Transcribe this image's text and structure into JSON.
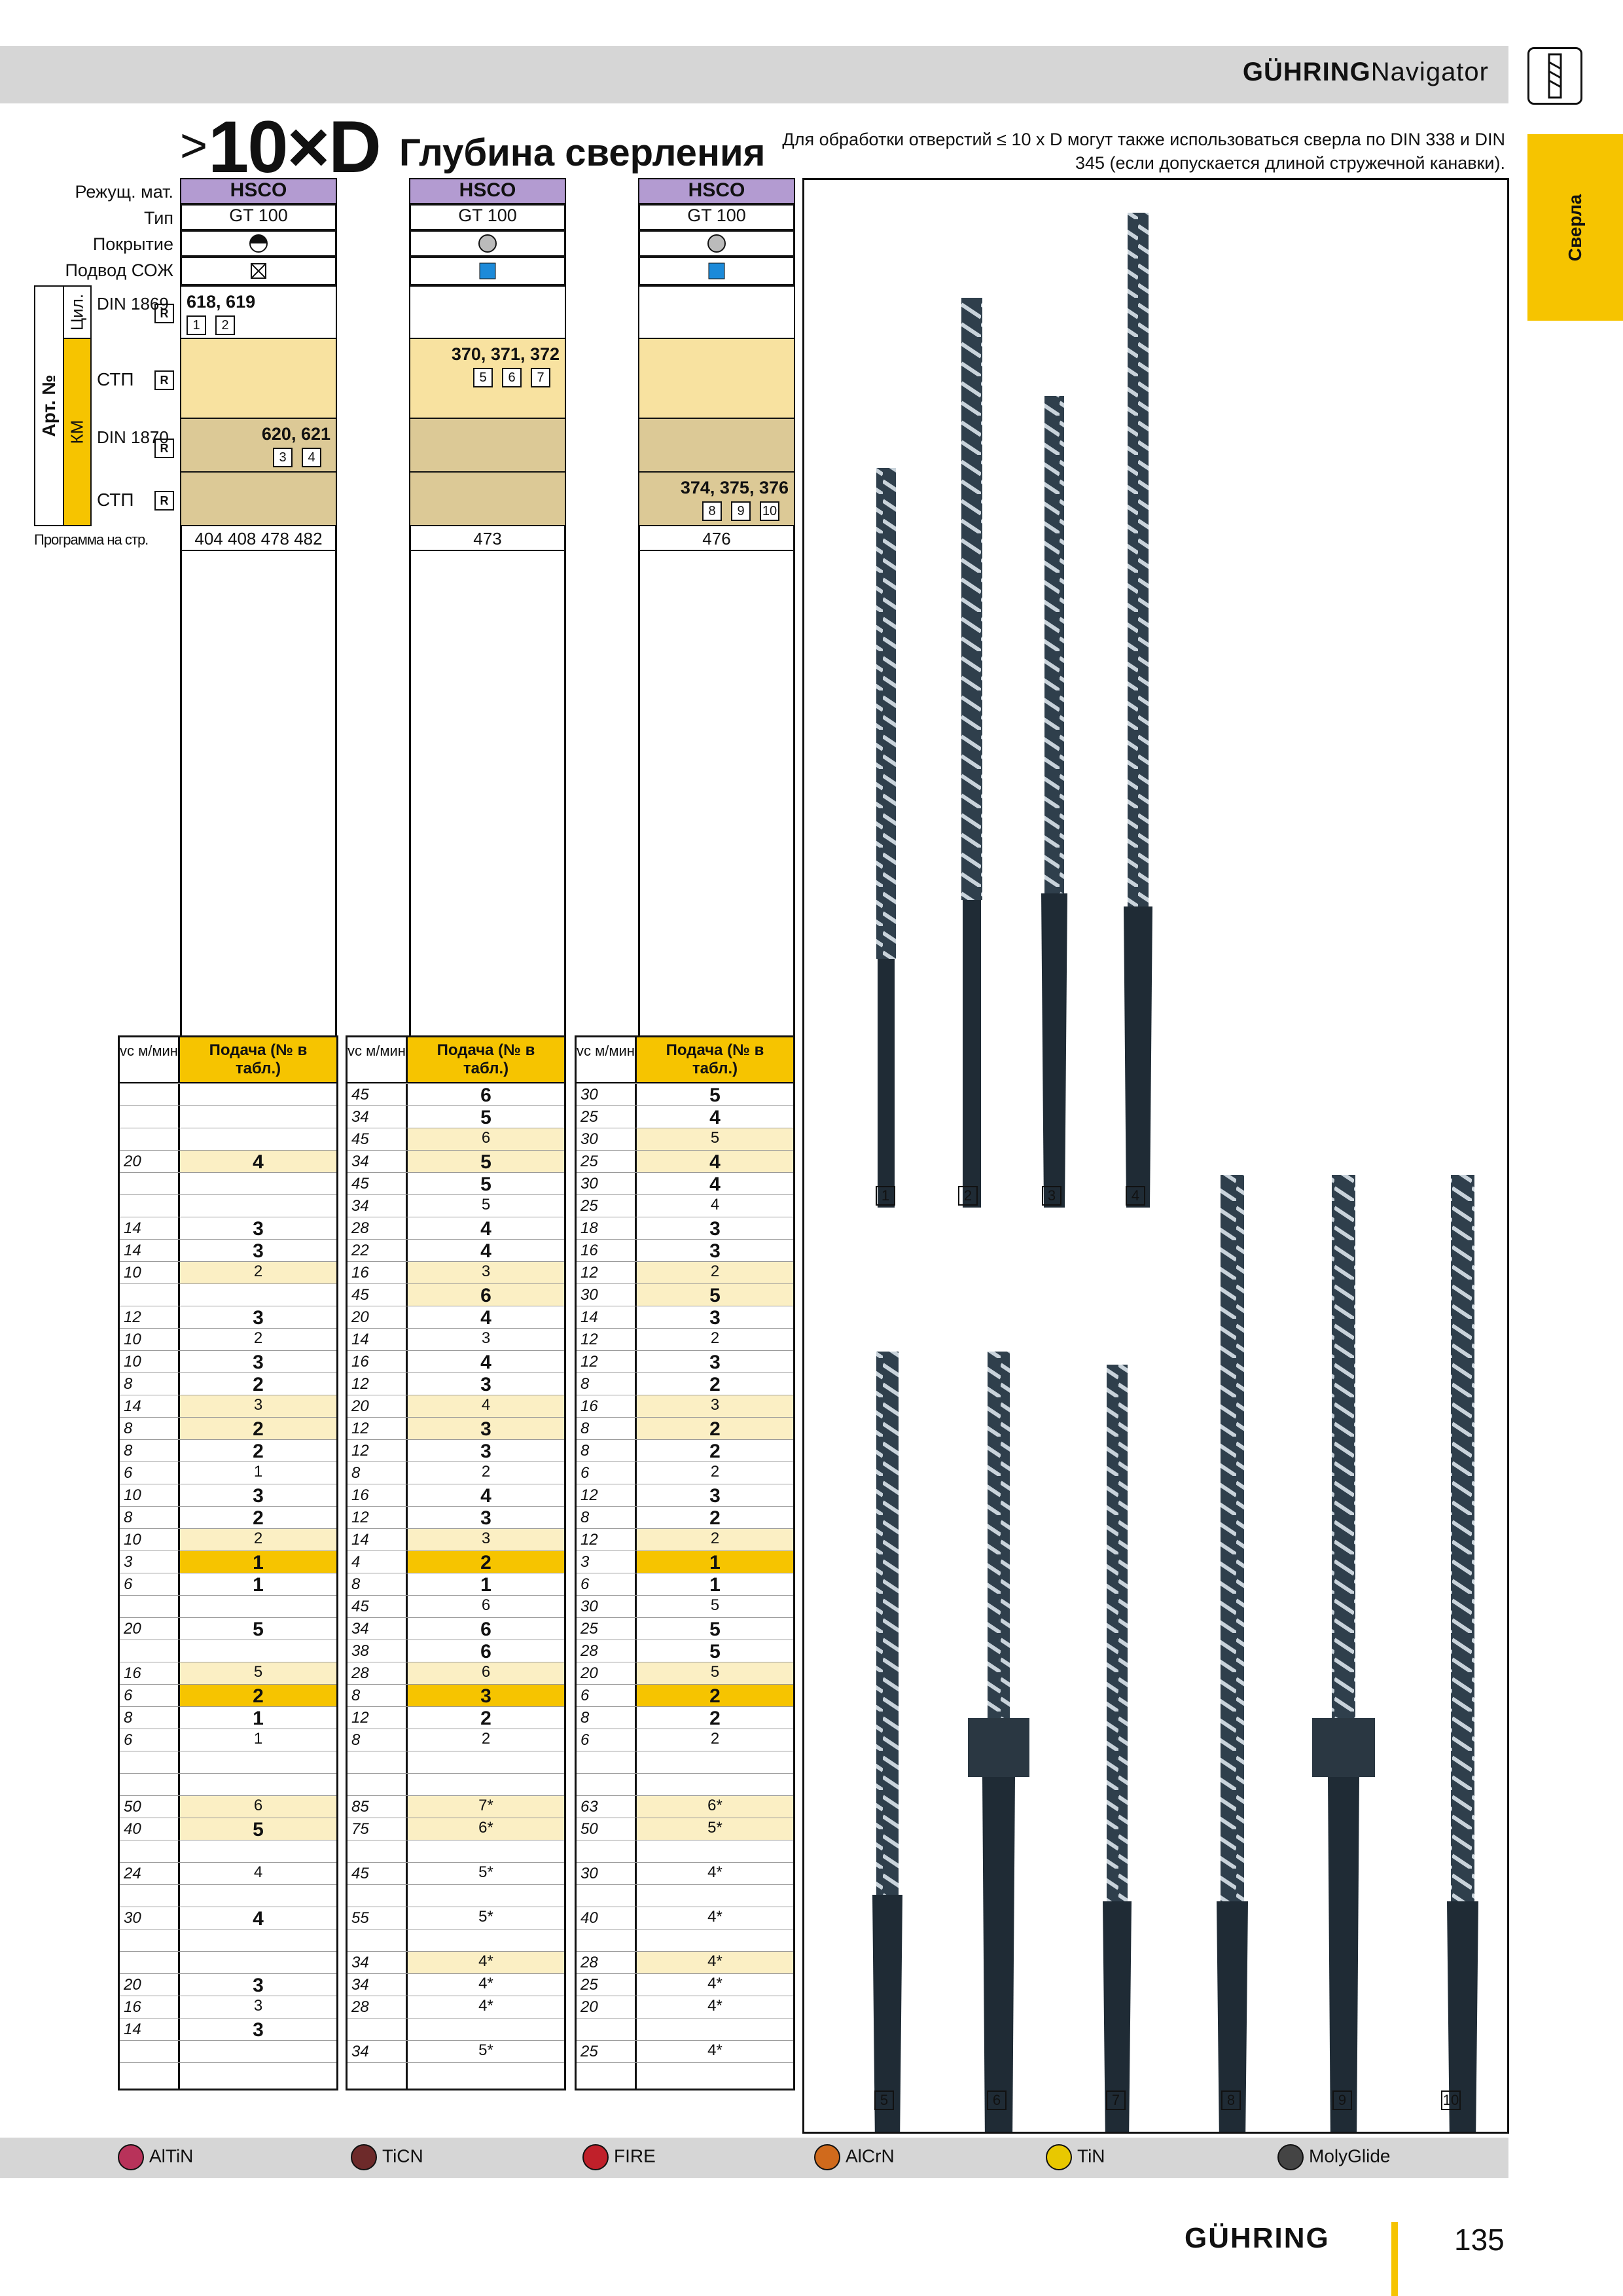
{
  "header": {
    "brand": "GÜHRING",
    "brand_suffix": "Navigator",
    "side_tab": "Сверла"
  },
  "title": {
    "gt": ">",
    "big": "10×D",
    "sub": "Глубина сверления",
    "note": "Для обработки отверстий ≤ 10 x D могут также использоваться сверла по DIN 338 и DIN 345 (если допускается длиной стружечной канавки)."
  },
  "labels": {
    "material": "Режущ. мат.",
    "type": "Тип",
    "coating": "Покрытие",
    "coolant": "Подвод СОЖ",
    "art": "Арт. №",
    "cyl": "Цил.",
    "km": "КМ",
    "din1869": "DIN 1869",
    "stp": "СТП",
    "din1870": "DIN 1870",
    "program": "Программа на стр.",
    "r": "R"
  },
  "columns": [
    {
      "material": "HSCO",
      "type": "GT 100",
      "art_cyl": "618, 619",
      "art_cyl_boxes": [
        "1",
        "2"
      ],
      "art_stp1": "",
      "art_din1870": "620, 621",
      "art_din1870_boxes": [
        "3",
        "4"
      ],
      "art_stp2": "",
      "program": "404 408 478 482"
    },
    {
      "material": "HSCO",
      "type": "GT 100",
      "art_cyl": "",
      "art_stp1": "370, 371, 372",
      "art_stp1_boxes": [
        "5",
        "6",
        "7"
      ],
      "art_din1870": "",
      "art_stp2": "",
      "program": "473"
    },
    {
      "material": "HSCO",
      "type": "GT 100",
      "art_cyl": "",
      "art_stp1": "",
      "art_din1870": "",
      "art_stp2": "374, 375, 376",
      "art_stp2_boxes": [
        "8",
        "9",
        "10"
      ],
      "program": "476"
    }
  ],
  "table_header": {
    "vc": "vc м/мин",
    "feed": "Подача (№ в табл.)"
  },
  "rows": [
    {
      "c1": [
        "",
        ""
      ],
      "c2": [
        "45",
        "6"
      ],
      "c3": [
        "30",
        "5"
      ]
    },
    {
      "c1": [
        "",
        ""
      ],
      "c2": [
        "34",
        "5"
      ],
      "c3": [
        "25",
        "4"
      ]
    },
    {
      "c1": [
        "",
        ""
      ],
      "c2": [
        "45",
        "6"
      ],
      "c3": [
        "30",
        "5"
      ]
    },
    {
      "c1": [
        "20",
        "4"
      ],
      "c2": [
        "34",
        "5"
      ],
      "c3": [
        "25",
        "4"
      ]
    },
    {
      "c1": [
        "",
        ""
      ],
      "c2": [
        "45",
        "5"
      ],
      "c3": [
        "30",
        "4"
      ]
    },
    {
      "c1": [
        "",
        ""
      ],
      "c2": [
        "34",
        "5"
      ],
      "c3": [
        "25",
        "4"
      ]
    },
    {
      "c1": [
        "14",
        "3"
      ],
      "c2": [
        "28",
        "4"
      ],
      "c3": [
        "18",
        "3"
      ]
    },
    {
      "c1": [
        "14",
        "3"
      ],
      "c2": [
        "22",
        "4"
      ],
      "c3": [
        "16",
        "3"
      ]
    },
    {
      "c1": [
        "10",
        "2"
      ],
      "c2": [
        "16",
        "3"
      ],
      "c3": [
        "12",
        "2"
      ]
    },
    {
      "c1": [
        "",
        ""
      ],
      "c2": [
        "45",
        "6"
      ],
      "c3": [
        "30",
        "5"
      ]
    },
    {
      "c1": [
        "12",
        "3"
      ],
      "c2": [
        "20",
        "4"
      ],
      "c3": [
        "14",
        "3"
      ]
    },
    {
      "c1": [
        "10",
        "2"
      ],
      "c2": [
        "14",
        "3"
      ],
      "c3": [
        "12",
        "2"
      ]
    },
    {
      "c1": [
        "10",
        "3"
      ],
      "c2": [
        "16",
        "4"
      ],
      "c3": [
        "12",
        "3"
      ]
    },
    {
      "c1": [
        "8",
        "2"
      ],
      "c2": [
        "12",
        "3"
      ],
      "c3": [
        "8",
        "2"
      ]
    },
    {
      "c1": [
        "14",
        "3"
      ],
      "c2": [
        "20",
        "4"
      ],
      "c3": [
        "16",
        "3"
      ]
    },
    {
      "c1": [
        "8",
        "2"
      ],
      "c2": [
        "12",
        "3"
      ],
      "c3": [
        "8",
        "2"
      ]
    },
    {
      "c1": [
        "8",
        "2"
      ],
      "c2": [
        "12",
        "3"
      ],
      "c3": [
        "8",
        "2"
      ]
    },
    {
      "c1": [
        "6",
        "1"
      ],
      "c2": [
        "8",
        "2"
      ],
      "c3": [
        "6",
        "2"
      ]
    },
    {
      "c1": [
        "10",
        "3"
      ],
      "c2": [
        "16",
        "4"
      ],
      "c3": [
        "12",
        "3"
      ]
    },
    {
      "c1": [
        "8",
        "2"
      ],
      "c2": [
        "12",
        "3"
      ],
      "c3": [
        "8",
        "2"
      ]
    },
    {
      "c1": [
        "10",
        "2"
      ],
      "c2": [
        "14",
        "3"
      ],
      "c3": [
        "12",
        "2"
      ]
    },
    {
      "c1": [
        "3",
        "1"
      ],
      "c2": [
        "4",
        "2"
      ],
      "c3": [
        "3",
        "1"
      ]
    },
    {
      "c1": [
        "6",
        "1"
      ],
      "c2": [
        "8",
        "1"
      ],
      "c3": [
        "6",
        "1"
      ]
    },
    {
      "c1": [
        "",
        ""
      ],
      "c2": [
        "45",
        "6"
      ],
      "c3": [
        "30",
        "5"
      ]
    },
    {
      "c1": [
        "20",
        "5"
      ],
      "c2": [
        "34",
        "6"
      ],
      "c3": [
        "25",
        "5"
      ]
    },
    {
      "c1": [
        "",
        ""
      ],
      "c2": [
        "38",
        "6"
      ],
      "c3": [
        "28",
        "5"
      ]
    },
    {
      "c1": [
        "16",
        "5"
      ],
      "c2": [
        "28",
        "6"
      ],
      "c3": [
        "20",
        "5"
      ]
    },
    {
      "c1": [
        "6",
        "2"
      ],
      "c2": [
        "8",
        "3"
      ],
      "c3": [
        "6",
        "2"
      ]
    },
    {
      "c1": [
        "8",
        "1"
      ],
      "c2": [
        "12",
        "2"
      ],
      "c3": [
        "8",
        "2"
      ]
    },
    {
      "c1": [
        "6",
        "1"
      ],
      "c2": [
        "8",
        "2"
      ],
      "c3": [
        "6",
        "2"
      ]
    },
    {
      "c1": [
        "",
        ""
      ],
      "c2": [
        "",
        ""
      ],
      "c3": [
        "",
        ""
      ]
    },
    {
      "c1": [
        "",
        ""
      ],
      "c2": [
        "",
        ""
      ],
      "c3": [
        "",
        ""
      ]
    },
    {
      "c1": [
        "50",
        "6"
      ],
      "c2": [
        "85",
        "7*"
      ],
      "c3": [
        "63",
        "6*"
      ]
    },
    {
      "c1": [
        "40",
        "5"
      ],
      "c2": [
        "75",
        "6*"
      ],
      "c3": [
        "50",
        "5*"
      ]
    },
    {
      "c1": [
        "",
        ""
      ],
      "c2": [
        "",
        ""
      ],
      "c3": [
        "",
        ""
      ]
    },
    {
      "c1": [
        "24",
        "4"
      ],
      "c2": [
        "45",
        "5*"
      ],
      "c3": [
        "30",
        "4*"
      ]
    },
    {
      "c1": [
        "",
        ""
      ],
      "c2": [
        "",
        ""
      ],
      "c3": [
        "",
        ""
      ]
    },
    {
      "c1": [
        "30",
        "4"
      ],
      "c2": [
        "55",
        "5*"
      ],
      "c3": [
        "40",
        "4*"
      ]
    },
    {
      "c1": [
        "",
        ""
      ],
      "c2": [
        "",
        ""
      ],
      "c3": [
        "",
        ""
      ]
    },
    {
      "c1": [
        "",
        ""
      ],
      "c2": [
        "34",
        "4*"
      ],
      "c3": [
        "28",
        "4*"
      ]
    },
    {
      "c1": [
        "20",
        "3"
      ],
      "c2": [
        "34",
        "4*"
      ],
      "c3": [
        "25",
        "4*"
      ]
    },
    {
      "c1": [
        "16",
        "3"
      ],
      "c2": [
        "28",
        "4*"
      ],
      "c3": [
        "20",
        "4*"
      ]
    },
    {
      "c1": [
        "14",
        "3"
      ],
      "c2": [
        "",
        ""
      ],
      "c3": [
        "",
        ""
      ]
    },
    {
      "c1": [
        "",
        ""
      ],
      "c2": [
        "34",
        "5*"
      ],
      "c3": [
        "25",
        "4*"
      ]
    },
    {
      "c1": [
        "",
        ""
      ],
      "c2": [
        "",
        ""
      ],
      "c3": [
        "",
        ""
      ]
    }
  ],
  "thumb_labels": [
    "1",
    "2",
    "3",
    "4",
    "5",
    "6",
    "7",
    "8",
    "9",
    "10"
  ],
  "coatings": [
    {
      "name": "AlTiN",
      "color": "#b8325a"
    },
    {
      "name": "TiCN",
      "color": "#6d2a2a"
    },
    {
      "name": "FIRE",
      "color": "#c0202a"
    },
    {
      "name": "AlCrN",
      "color": "#d06a1c"
    },
    {
      "name": "TiN",
      "color": "#e8c800"
    },
    {
      "name": "MolyGlide",
      "color": "#444444"
    }
  ],
  "footer": {
    "brand": "GÜHRING",
    "page": "135"
  }
}
